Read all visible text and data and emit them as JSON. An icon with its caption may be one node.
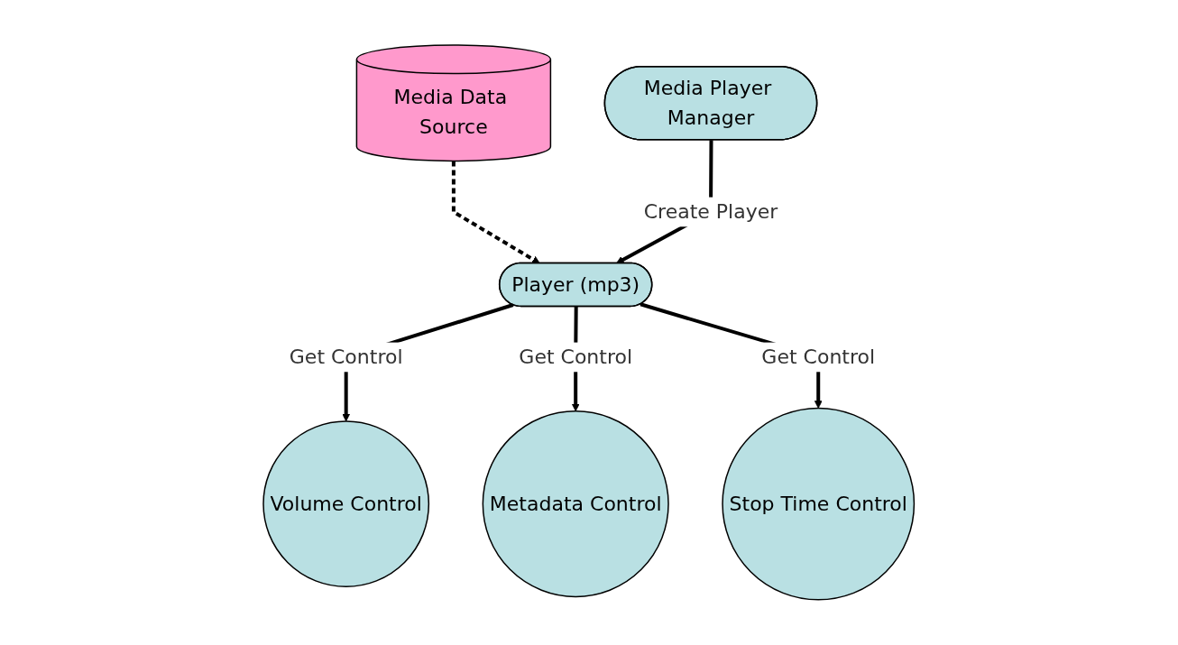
{
  "diagram": {
    "nodes": [
      {
        "text": [
          "Media Data Source"
        ]
      },
      {
        "text": [
          "Media Player Manager"
        ]
      },
      {
        "text": [
          "Player (mp3)"
        ]
      },
      {
        "text": [
          "Volume Control"
        ]
      },
      {
        "text": [
          "Metadata Control"
        ]
      },
      {
        "text": [
          "Stop Time Control"
        ]
      }
    ],
    "edges": [
      {
        "from": 0,
        "to": 2,
        "arrow": "to",
        "style": "dashed"
      },
      {
        "from": 1,
        "to": 2,
        "arrow": "to",
        "label": "Create Player"
      },
      {
        "from": 2,
        "to": 3,
        "arrow": "to",
        "label": "Get Control"
      },
      {
        "from": 2,
        "to": 4,
        "arrow": "to",
        "label": "Get Control"
      },
      {
        "from": 2,
        "to": 5,
        "arrow": "to",
        "label": "Get Control"
      }
    ]
  }
}
